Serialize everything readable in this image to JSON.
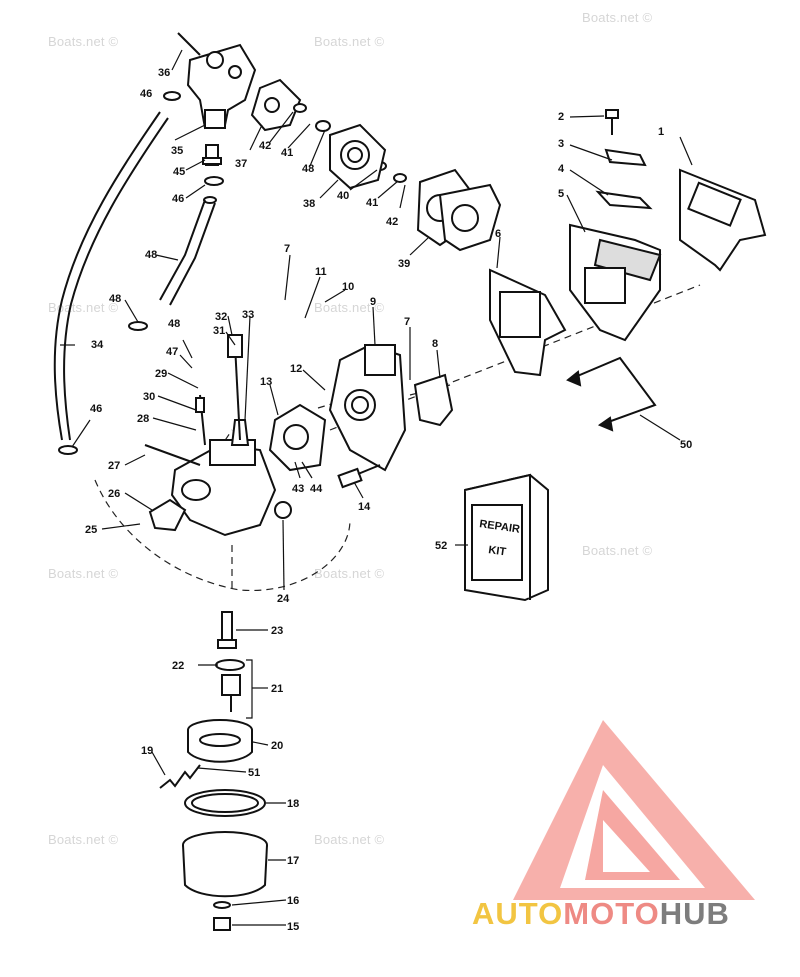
{
  "watermark": "Boats.net ©",
  "brand": {
    "part1": "AUTO",
    "part2": "MOTO",
    "part3": "HUB"
  },
  "kit_label": {
    "line1": "REPAIR",
    "line2": "KIT"
  },
  "callouts": {
    "c1": "1",
    "c2": "2",
    "c3": "3",
    "c4": "4",
    "c5": "5",
    "c6": "6",
    "c7a": "7",
    "c7b": "7",
    "c8": "8",
    "c9": "9",
    "c10": "10",
    "c11": "11",
    "c12": "12",
    "c13": "13",
    "c14": "14",
    "c15": "15",
    "c16": "16",
    "c17": "17",
    "c18": "18",
    "c19": "19",
    "c20": "20",
    "c21": "21",
    "c22": "22",
    "c23": "23",
    "c24": "24",
    "c25": "25",
    "c26": "26",
    "c27": "27",
    "c28": "28",
    "c29": "29",
    "c30": "30",
    "c31": "31",
    "c32": "32",
    "c33": "33",
    "c34": "34",
    "c35": "35",
    "c36": "36",
    "c37": "37",
    "c38": "38",
    "c39": "39",
    "c40": "40",
    "c41a": "41",
    "c41b": "41",
    "c42a": "42",
    "c42b": "42",
    "c43": "43",
    "c44": "44",
    "c45": "45",
    "c46a": "46",
    "c46b": "46",
    "c46c": "46",
    "c48a": "48",
    "c48b": "48",
    "c48c": "48",
    "c48d": "48",
    "c47": "47",
    "c50": "50",
    "c51": "51",
    "c52": "52"
  }
}
